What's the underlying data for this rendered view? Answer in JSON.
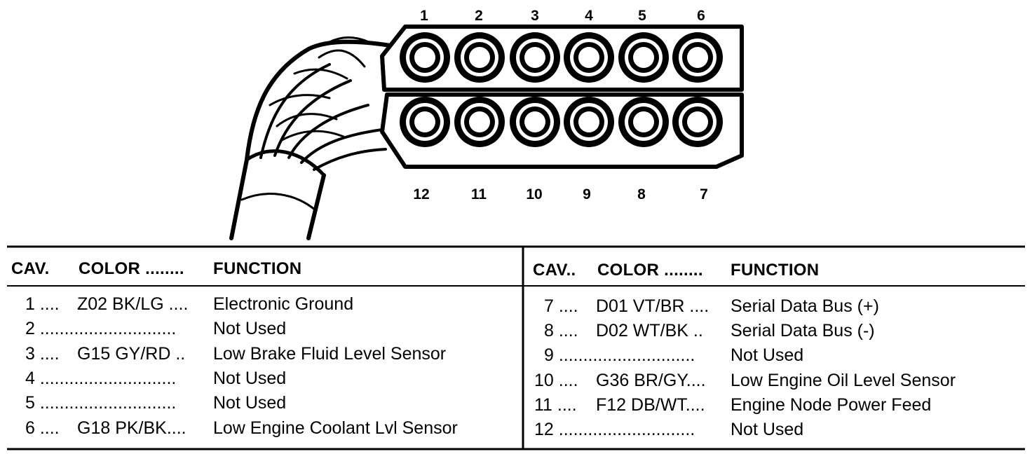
{
  "connector": {
    "top_pins": [
      "1",
      "2",
      "3",
      "4",
      "5",
      "6"
    ],
    "bottom_pins": [
      "12",
      "11",
      "10",
      "9",
      "8",
      "7"
    ]
  },
  "table": {
    "left": {
      "headers": {
        "cav": "CAV.",
        "color": "COLOR ........",
        "function": "FUNCTION"
      },
      "rows": [
        {
          "cav": "1 ....",
          "color": "Z02 BK/LG ....",
          "function": "Electronic Ground"
        },
        {
          "cav": "2 ............................",
          "color": "",
          "function": "Not Used"
        },
        {
          "cav": "3 ....",
          "color": "G15 GY/RD ..",
          "function": "Low Brake Fluid Level Sensor"
        },
        {
          "cav": "4 ............................",
          "color": "",
          "function": "Not Used"
        },
        {
          "cav": "5 ............................",
          "color": "",
          "function": "Not Used"
        },
        {
          "cav": "6 ....",
          "color": "G18 PK/BK....",
          "function": "Low Engine Coolant Lvl Sensor"
        }
      ]
    },
    "right": {
      "headers": {
        "cav": "CAV..",
        "color": "COLOR ........",
        "function": "FUNCTION"
      },
      "rows": [
        {
          "cav": "7 ....",
          "color": "D01 VT/BR ....",
          "function": "Serial Data Bus (+)"
        },
        {
          "cav": "8 ....",
          "color": "D02 WT/BK ..",
          "function": "Serial Data Bus (-)"
        },
        {
          "cav": "9 ............................",
          "color": "",
          "function": "Not Used"
        },
        {
          "cav": "10 ....",
          "color": "G36 BR/GY....",
          "function": "Low Engine Oil Level Sensor"
        },
        {
          "cav": "11 ....",
          "color": "F12 DB/WT....",
          "function": "Engine Node Power Feed"
        },
        {
          "cav": "12 ............................",
          "color": "",
          "function": "Not Used"
        }
      ]
    }
  }
}
